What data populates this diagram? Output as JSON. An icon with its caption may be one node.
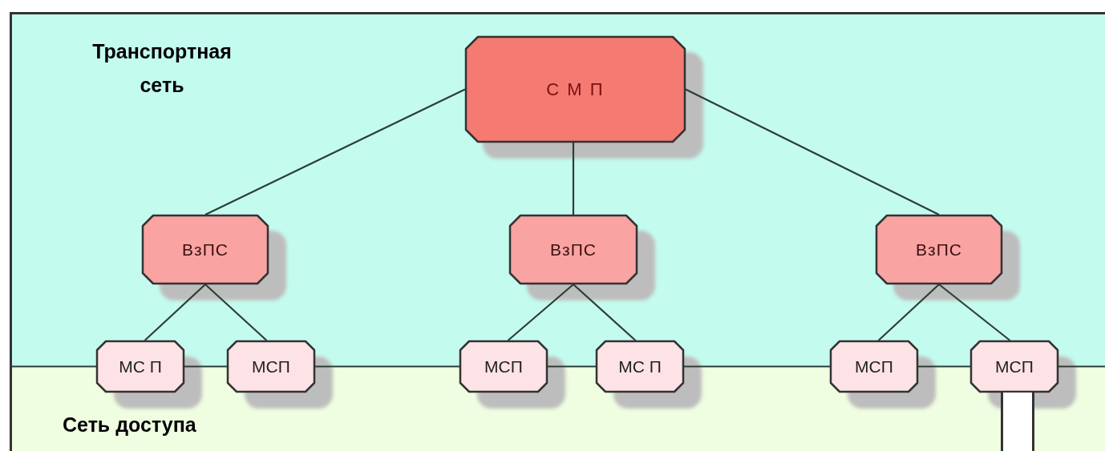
{
  "diagram": {
    "nodes": [
      {
        "text": [
          "Транспортная сеть"
        ]
      },
      {
        "text": [
          "Сеть доступа"
        ]
      },
      {
        "text": [
          "С М П"
        ],
        "in": 0
      },
      {
        "text": [
          "ВзПС"
        ],
        "in": 0
      },
      {
        "text": [
          "ВзПС"
        ],
        "in": 0
      },
      {
        "text": [
          "ВзПС"
        ],
        "in": 0
      },
      {
        "text": [
          "МС П"
        ]
      },
      {
        "text": [
          "МСП"
        ]
      },
      {
        "text": [
          "МСП"
        ]
      },
      {
        "text": [
          "МС П"
        ]
      },
      {
        "text": [
          "МСП"
        ]
      },
      {
        "text": [
          "МСП"
        ]
      },
      {
        "text": [],
        "shape": "bar",
        "in": 1
      }
    ],
    "edges": [
      {
        "from": 2,
        "to": 3,
        "arrow": "none"
      },
      {
        "from": 2,
        "to": 4,
        "arrow": "none"
      },
      {
        "from": 2,
        "to": 5,
        "arrow": "none"
      },
      {
        "from": 3,
        "to": 6,
        "arrow": "none"
      },
      {
        "from": 3,
        "to": 7,
        "arrow": "none"
      },
      {
        "from": 4,
        "to": 8,
        "arrow": "none"
      },
      {
        "from": 4,
        "to": 9,
        "arrow": "none"
      },
      {
        "from": 5,
        "to": 10,
        "arrow": "none"
      },
      {
        "from": 5,
        "to": 11,
        "arrow": "none"
      },
      {
        "from": 1,
        "to": 6,
        "arrow": "none"
      },
      {
        "from": 6,
        "to": 7,
        "arrow": "none"
      },
      {
        "from": 7,
        "to": 8,
        "arrow": "none"
      },
      {
        "from": 8,
        "to": 9,
        "arrow": "none"
      },
      {
        "from": 9,
        "to": 10,
        "arrow": "none"
      },
      {
        "from": 10,
        "to": 11,
        "arrow": "none"
      },
      {
        "from": 11,
        "to": 1,
        "arrow": "none"
      }
    ]
  }
}
